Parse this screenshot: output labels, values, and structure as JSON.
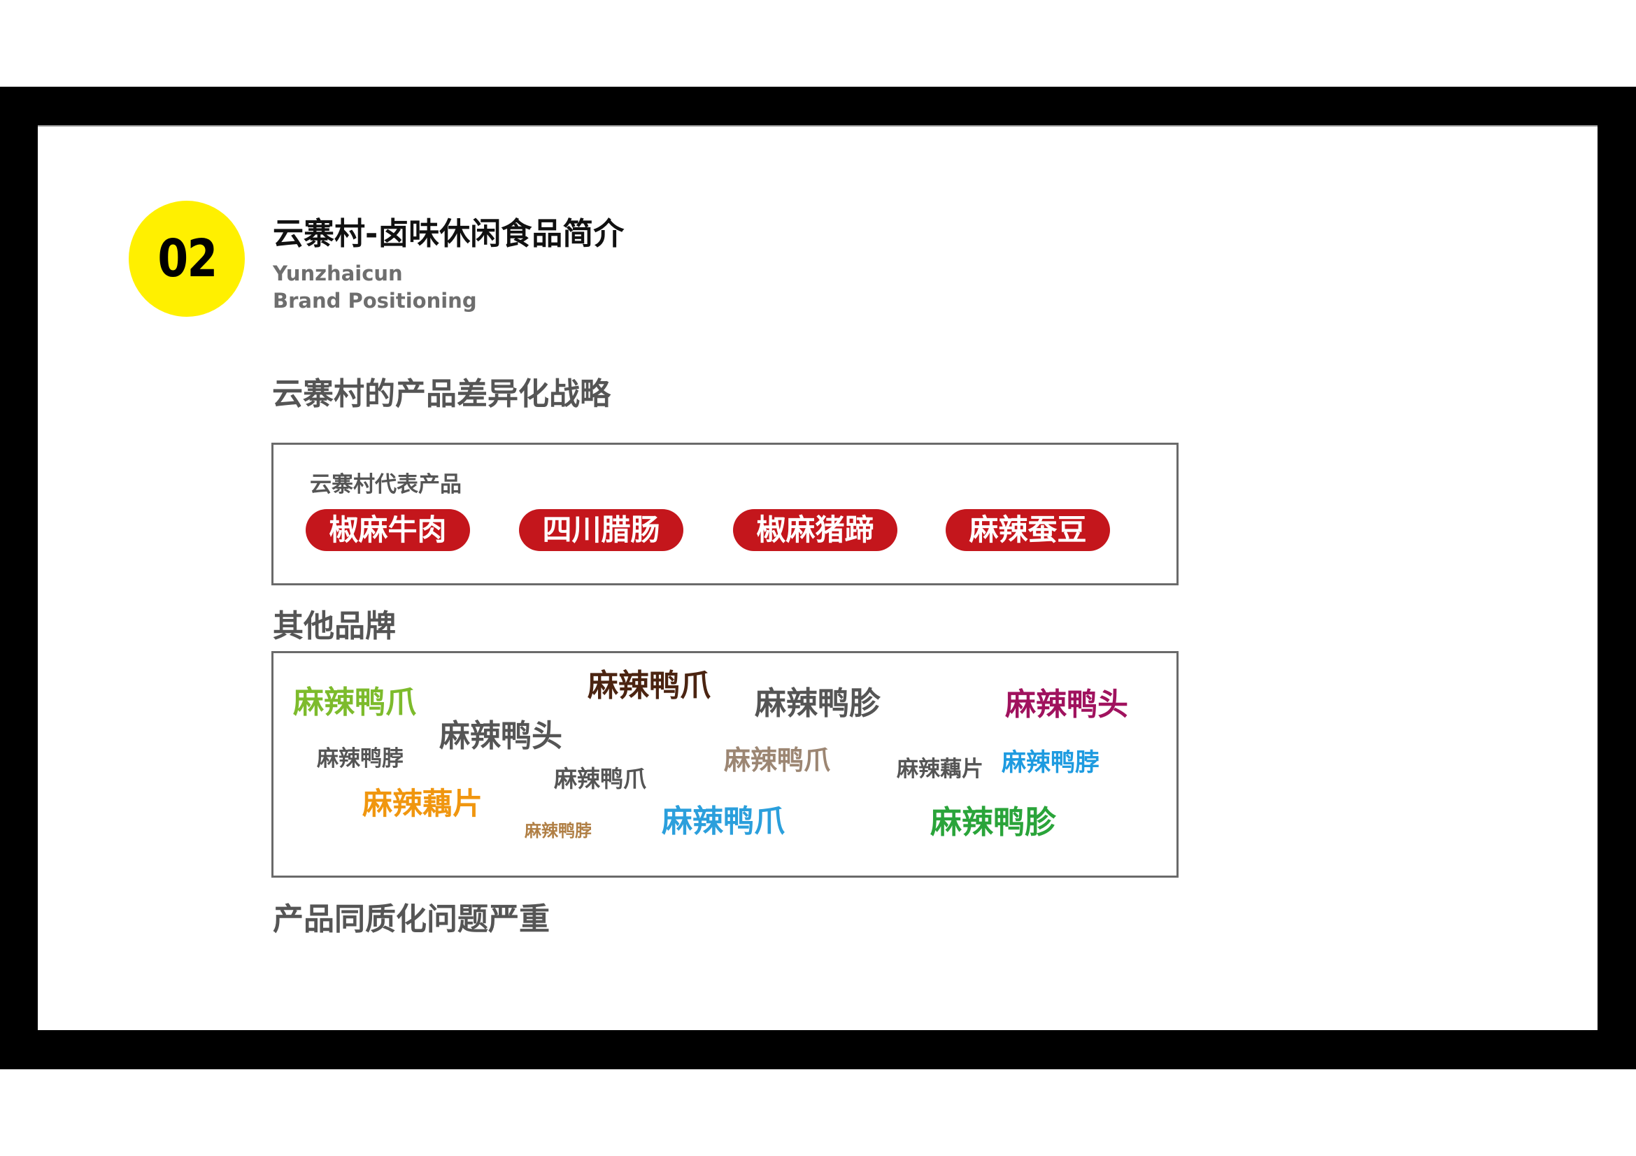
{
  "slide": {
    "section_number": "02",
    "title": "云寨村-卤味休闲食品简介",
    "subtitle_line1": "Yunzhaicun",
    "subtitle_line2": "Brand Positioning",
    "colors": {
      "badge_yellow": "#fff000",
      "pill_red": "#c4161c",
      "heading_gray": "#555555",
      "frame_black": "#000000"
    }
  },
  "strategy": {
    "heading": "云寨村的产品差异化战略",
    "representative_label": "云寨村代表产品",
    "products": [
      {
        "label": "椒麻牛肉"
      },
      {
        "label": "四川腊肠"
      },
      {
        "label": "椒麻猪蹄"
      },
      {
        "label": "麻辣蚕豆"
      }
    ]
  },
  "other_brands": {
    "heading": "其他品牌",
    "words": [
      {
        "text": "麻辣鸭爪",
        "color": "#7dbb2c"
      },
      {
        "text": "麻辣鸭爪",
        "color": "#4b2411"
      },
      {
        "text": "麻辣鸭胗",
        "color": "#555555"
      },
      {
        "text": "麻辣鸭头",
        "color": "#a0125e"
      },
      {
        "text": "麻辣鸭头",
        "color": "#555555"
      },
      {
        "text": "麻辣鸭脖",
        "color": "#555555"
      },
      {
        "text": "麻辣鸭爪",
        "color": "#9c8673"
      },
      {
        "text": "麻辣藕片",
        "color": "#555555"
      },
      {
        "text": "麻辣鸭脖",
        "color": "#1e9be0"
      },
      {
        "text": "麻辣鸭爪",
        "color": "#555555"
      },
      {
        "text": "麻辣藕片",
        "color": "#f0960f"
      },
      {
        "text": "麻辣鸭脖",
        "color": "#b07f45"
      },
      {
        "text": "麻辣鸭爪",
        "color": "#2b9fdc"
      },
      {
        "text": "麻辣鸭胗",
        "color": "#2aa43a"
      }
    ]
  },
  "conclusion": {
    "text": "产品同质化问题严重"
  }
}
